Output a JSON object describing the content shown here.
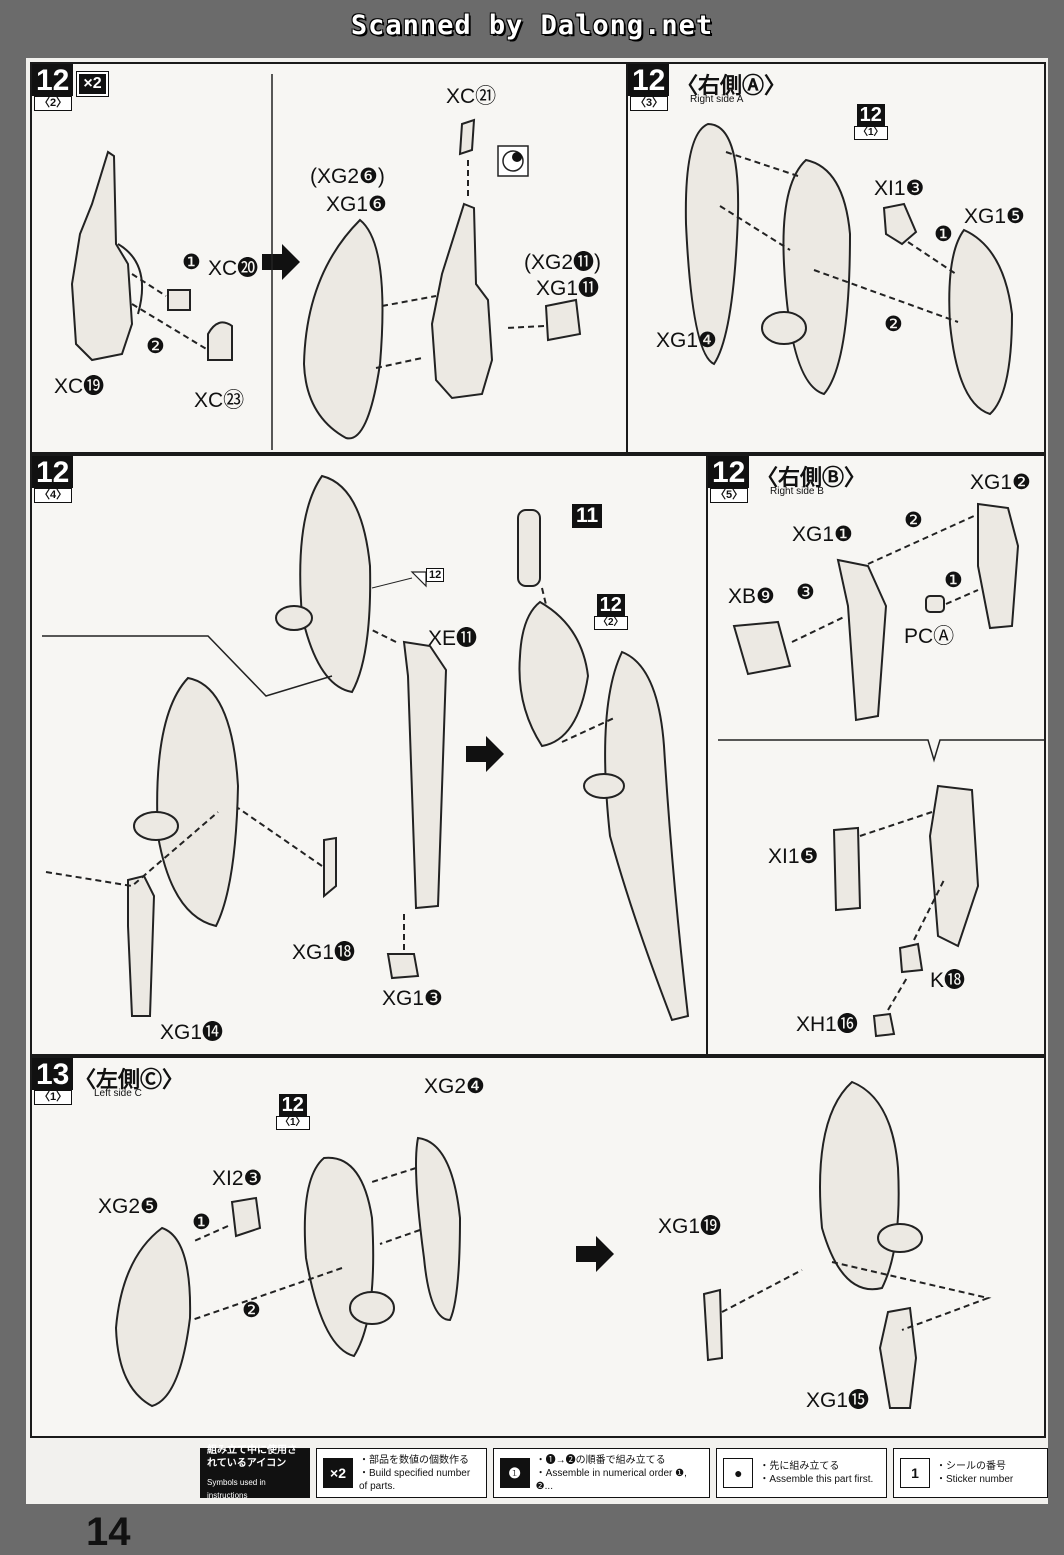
{
  "scan_banner": "Scanned by Dalong.net",
  "page_number": "14",
  "panels": {
    "p12_2": {
      "step": "12",
      "substep": "〈2〉",
      "multiplier": "×2",
      "labels": {
        "xc20": "XC⓴",
        "xc19": "XC⓳",
        "xc23": "XC㉓",
        "xc21": "XC㉑",
        "xg2_6": "(XG2❻)",
        "xg1_6": "XG1❻",
        "xg2_11": "(XG2⓫)",
        "xg1_11": "XG1⓫",
        "o1": "❶",
        "o2": "❷"
      }
    },
    "p12_3": {
      "step": "12",
      "substep": "〈3〉",
      "title": "〈右側Ⓐ〉",
      "subtitle": "Right side A",
      "ref_step": "12",
      "ref_sub": "〈1〉",
      "labels": {
        "xi1_3": "XI1❸",
        "xg1_5": "XG1❺",
        "xg1_4": "XG1❹",
        "o1": "❶",
        "o2": "❷"
      }
    },
    "p12_4": {
      "step": "12",
      "substep": "〈4〉",
      "sticker": "12",
      "part_11": "11",
      "ref_step": "12",
      "ref_sub": "〈2〉",
      "labels": {
        "xe11": "XE⓫",
        "xg1_18": "XG1⓲",
        "xg1_14": "XG1⓮",
        "xg1_3": "XG1❸"
      }
    },
    "p12_5": {
      "step": "12",
      "substep": "〈5〉",
      "title": "〈右側Ⓑ〉",
      "subtitle": "Right side B",
      "labels": {
        "xg1_2": "XG1❷",
        "xg1_1": "XG1❶",
        "xb9": "XB❾",
        "pca": "PCⒶ",
        "xi1_5": "XI1❺",
        "k18": "K⓲",
        "xh1_16": "XH1⓰",
        "o1": "❶",
        "o2": "❷",
        "o3": "❸"
      }
    },
    "p13_1": {
      "step": "13",
      "substep": "〈1〉",
      "title": "〈左側Ⓒ〉",
      "subtitle": "Left side C",
      "ref_step": "12",
      "ref_sub": "〈1〉",
      "labels": {
        "xg2_4": "XG2❹",
        "xi2_3": "XI2❸",
        "xg2_5": "XG2❺",
        "xg1_19": "XG1⓳",
        "xg1_15": "XG1⓯",
        "o1": "❶",
        "o2": "❷"
      }
    }
  },
  "legend": {
    "title_jp": "組み立て中に使用されているアイコン",
    "title_en": "Symbols used in instructions",
    "items": [
      {
        "symbol": "×2",
        "jp": "・部品を数値の個数作る",
        "en": "・Build specified number of parts."
      },
      {
        "symbol": "❶",
        "jp": "・❶→❷の順番で組み立てる",
        "en": "・Assemble in numerical order ❶, ❷..."
      },
      {
        "symbol": "●",
        "jp": "・先に組み立てる",
        "en": "・Assemble this part first."
      },
      {
        "symbol": "1",
        "jp": "・シールの番号",
        "en": "・Sticker number"
      }
    ]
  }
}
